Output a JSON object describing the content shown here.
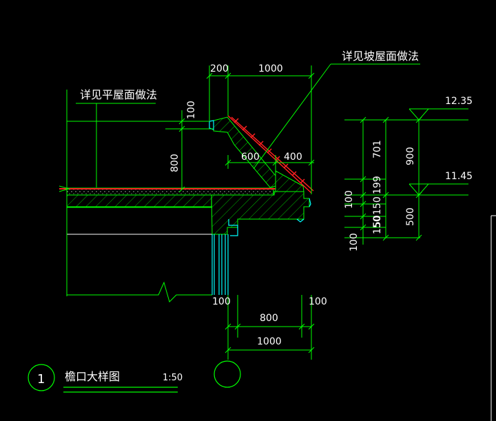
{
  "drawing": {
    "notes": {
      "flat_roof": "详见平屋面做法",
      "slope_roof": "详见坡屋面做法"
    },
    "top_dims": {
      "a": "200",
      "b": "1000"
    },
    "left_dims": {
      "v100": "100",
      "v800": "800"
    },
    "mid_dims": {
      "a": "600",
      "b": "400"
    },
    "right_dims": {
      "v701": "701",
      "v199": "199",
      "v100": "100",
      "v150a": "150",
      "v50": "50",
      "v150b": "150",
      "v100b": "100",
      "v900": "900",
      "v500": "500"
    },
    "levels": {
      "upper": "12.35",
      "lower": "11.45"
    },
    "bottom_dims": {
      "l100": "100",
      "r100": "100",
      "w800": "800",
      "w1000": "1000"
    },
    "title": {
      "index": "1",
      "name": "檐口大样图",
      "scale": "1:50"
    }
  },
  "colors": {
    "background": "#000000",
    "dimension": "#00ff00",
    "wall": "#00ffff",
    "roof_finish": "#ff0000",
    "text": "#ffffff"
  }
}
